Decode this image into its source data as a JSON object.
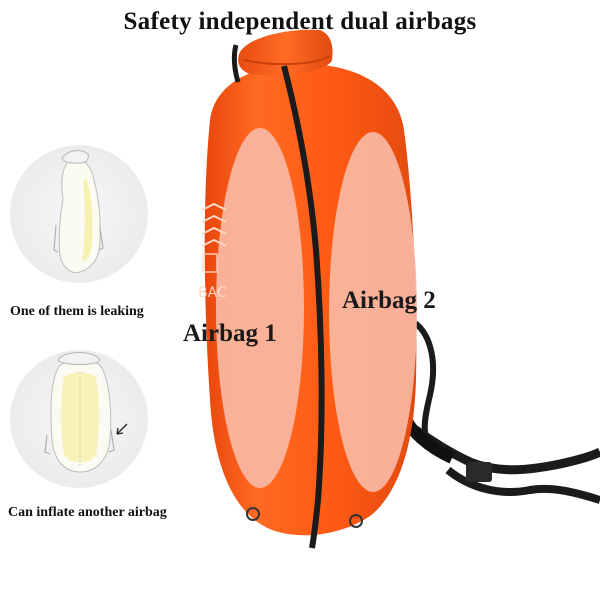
{
  "title": "Safety independent dual airbags",
  "captions": {
    "leaking": "One of them is leaking",
    "inflate": "Can inflate another airbag"
  },
  "airbags": {
    "label_1": "Airbag 1",
    "label_2": "Airbag 2"
  },
  "colors": {
    "buoy_orange": "#ff5a14",
    "airbag_overlay": "#f9b8a2",
    "strap": "#1b1b1b",
    "thumb_fill": "#fbf6c8"
  }
}
